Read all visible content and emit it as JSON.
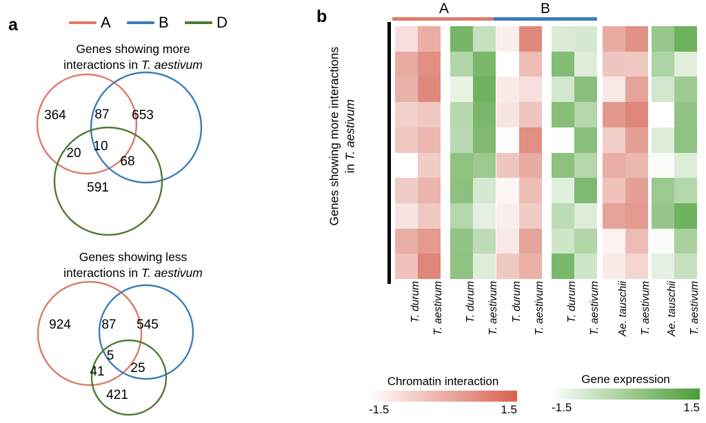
{
  "figure": {
    "panel_a_letter": "a",
    "panel_b_letter": "b"
  },
  "panel_a": {
    "legend": [
      {
        "label": "A",
        "color": "#e0796b",
        "icon": "line-swatch"
      },
      {
        "label": "B",
        "color": "#3b7cb8",
        "icon": "line-swatch"
      },
      {
        "label": "D",
        "color": "#4f7a31",
        "icon": "line-swatch"
      }
    ],
    "venns": [
      {
        "id": "more-interactions",
        "title_line1": "Genes showing more",
        "title_line2_prefix": "interactions in ",
        "title_line2_italic": "T. aestivum",
        "sets": [
          "A",
          "B",
          "D"
        ],
        "counts": {
          "A_only": "364",
          "B_only": "653",
          "D_only": "591",
          "A_B": "87",
          "A_D": "20",
          "B_D": "68",
          "A_B_D": "10"
        }
      },
      {
        "id": "less-interactions",
        "title_line1": "Genes showing less",
        "title_line2_prefix": "interactions in ",
        "title_line2_italic": "T. aestivum",
        "sets": [
          "A",
          "B",
          "D"
        ],
        "counts": {
          "A_only": "924",
          "B_only": "545",
          "D_only": "421",
          "A_B": "87",
          "A_D": "41",
          "B_D": "25",
          "A_B_D": "5"
        }
      }
    ]
  },
  "panel_b": {
    "axis_label_line1": "Genes showing more interactions",
    "axis_label_line2_prefix": "in ",
    "axis_label_line2_italic": "T. aestivum",
    "group_headers": [
      {
        "name": "A",
        "color": "#e0796b"
      },
      {
        "name": "B",
        "color": "#3b7cb8"
      }
    ],
    "column_labels": [
      "T. durum",
      "T. aestivum",
      "T. durum",
      "T. aestivum",
      "T. durum",
      "T. aestivum",
      "T. durum",
      "T. aestivum",
      "Ae. tauschii",
      "T. aestivum",
      "Ae. tauschii",
      "T. aestivum"
    ],
    "colorbars": [
      {
        "title": "Chromatin interaction",
        "min": "-1.5",
        "max": "1.5",
        "low_color": "#ffffff",
        "high_color": "#d9604f"
      },
      {
        "title": "Gene expression",
        "min": "-1.5",
        "max": "1.5",
        "low_color": "#ffffff",
        "high_color": "#4a9d35"
      }
    ]
  },
  "chart_data": {
    "type": "heatmap",
    "title": "",
    "n_rows": 10,
    "row_label": "Genes showing more interactions in T. aestivum",
    "value_range": [
      -1.5,
      1.5
    ],
    "blocks": [
      {
        "id": "A-chromatin",
        "group": "A",
        "measure": "Chromatin interaction",
        "palette": "red",
        "columns": [
          "T. durum",
          "T. aestivum"
        ],
        "values": [
          [
            -0.95,
            -0.1
          ],
          [
            -0.05,
            0.45
          ],
          [
            -0.15,
            0.55
          ],
          [
            -0.7,
            -0.55
          ],
          [
            -0.55,
            -0.25
          ],
          [
            -1.5,
            -0.6
          ],
          [
            -0.6,
            -0.2
          ],
          [
            -1.05,
            -0.55
          ],
          [
            -0.1,
            0.25
          ],
          [
            -0.45,
            0.6
          ]
        ]
      },
      {
        "id": "A-expression",
        "group": "A",
        "measure": "Gene expression",
        "palette": "green",
        "columns": [
          "T. durum",
          "T. aestivum"
        ],
        "values": [
          [
            0.75,
            -0.55
          ],
          [
            -0.2,
            0.7
          ],
          [
            -1.1,
            0.85
          ],
          [
            -0.3,
            0.7
          ],
          [
            -0.35,
            0.6
          ],
          [
            0.35,
            0.15
          ],
          [
            0.4,
            -0.8
          ],
          [
            -0.25,
            -1.05
          ],
          [
            0.3,
            -0.4
          ],
          [
            0.35,
            -0.95
          ]
        ]
      },
      {
        "id": "B-chromatin",
        "group": "B",
        "measure": "Chromatin interaction",
        "palette": "red",
        "columns": [
          "T. durum",
          "T. aestivum"
        ],
        "values": [
          [
            -1.2,
            0.55
          ],
          [
            -1.5,
            -0.35
          ],
          [
            -1.15,
            -0.95
          ],
          [
            -1.05,
            -0.5
          ],
          [
            -1.45,
            0.45
          ],
          [
            -0.5,
            -0.05
          ],
          [
            -1.35,
            -0.35
          ],
          [
            -1.2,
            -0.6
          ],
          [
            -1.1,
            0.1
          ],
          [
            -0.55,
            -0.15
          ]
        ]
      },
      {
        "id": "B-expression",
        "group": "B",
        "measure": "Gene expression",
        "palette": "green",
        "columns": [
          "T. durum",
          "T. aestivum"
        ],
        "values": [
          [
            -0.9,
            -0.8
          ],
          [
            0.55,
            -0.95
          ],
          [
            -0.75,
            0.45
          ],
          [
            0.5,
            -0.25
          ],
          [
            -1.45,
            0.45
          ],
          [
            0.4,
            -0.25
          ],
          [
            -1.0,
            0.6
          ],
          [
            -0.4,
            -0.95
          ],
          [
            -0.7,
            -0.2
          ],
          [
            0.7,
            -0.7
          ]
        ]
      },
      {
        "id": "D-chromatin",
        "group": "D",
        "measure": "Chromatin interaction",
        "palette": "red",
        "columns": [
          "Ae. tauschii",
          "T. aestivum"
        ],
        "values": [
          [
            -0.05,
            0.4
          ],
          [
            -0.5,
            -0.55
          ],
          [
            -1.1,
            0.1
          ],
          [
            0.3,
            0.6
          ],
          [
            -0.65,
            0.15
          ],
          [
            -0.1,
            -0.25
          ],
          [
            -0.45,
            0.15
          ],
          [
            0.1,
            0.25
          ],
          [
            -1.3,
            -0.35
          ],
          [
            -1.15,
            -0.75
          ]
        ]
      },
      {
        "id": "D-expression",
        "group": "D",
        "measure": "Gene expression",
        "palette": "green",
        "columns": [
          "Ae. tauschii",
          "T. aestivum"
        ],
        "values": [
          [
            0.2,
            0.9
          ],
          [
            -0.15,
            -1.0
          ],
          [
            -0.75,
            0.1
          ],
          [
            -1.5,
            0.3
          ],
          [
            -0.95,
            0.35
          ],
          [
            -1.4,
            -0.95
          ],
          [
            0.15,
            -0.25
          ],
          [
            0.25,
            0.85
          ],
          [
            -1.4,
            -0.05
          ],
          [
            -1.05,
            -0.55
          ]
        ]
      }
    ]
  }
}
